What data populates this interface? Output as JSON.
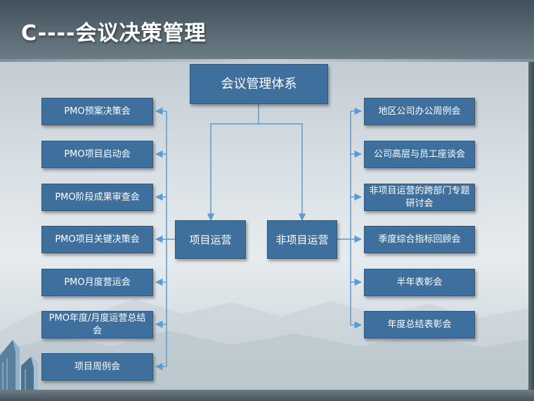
{
  "slide": {
    "title": "C----会议决策管理"
  },
  "diagram": {
    "root": "会议管理体系",
    "branches": {
      "project": "项目运营",
      "non_project": "非项目运营"
    },
    "left_items": [
      "PMO预案决策会",
      "PMO项目启动会",
      "PMO阶段成果审查会",
      "PMO项目关键决策会",
      "PMO月度营运会",
      "PMO年度/月度运营总结会",
      "项目周例会"
    ],
    "right_items": [
      "地区公司办公周例会",
      "公司高层与员工座谈会",
      "非项目运营的跨部门专题研讨会",
      "季度综合指标回顾会",
      "半年表彰会",
      "年度总结表彰会"
    ]
  },
  "colors": {
    "box_fill": "#3e6f9d",
    "connector": "#5b9bd5"
  }
}
